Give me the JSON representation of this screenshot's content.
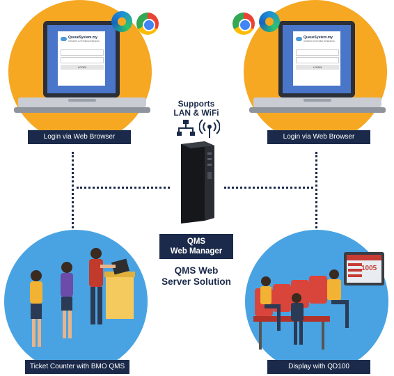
{
  "top_left": {
    "label": "Login via Web Browser",
    "login_brand": "QueueSystem.my",
    "login_tagline": "SUPERIOR CUSTOMER EXPERIENCE",
    "login_button": "LOGIN"
  },
  "top_right": {
    "label": "Login via Web Browser",
    "login_brand": "QueueSystem.my",
    "login_tagline": "SUPERIOR CUSTOMER EXPERIENCE",
    "login_button": "LOGIN"
  },
  "center": {
    "supports_line1": "Supports",
    "supports_line2": "LAN & WiFi",
    "manager_line1": "QMS",
    "manager_line2": "Web Manager",
    "solution_line1": "QMS Web",
    "solution_line2": "Server Solution"
  },
  "bottom_left": {
    "label": "Ticket Counter with BMO QMS"
  },
  "bottom_right": {
    "label": "Display with QD100",
    "display_number": "1005"
  },
  "colors": {
    "orange": "#F6A823",
    "blue": "#49A3E2",
    "navy": "#1B2A4A"
  }
}
